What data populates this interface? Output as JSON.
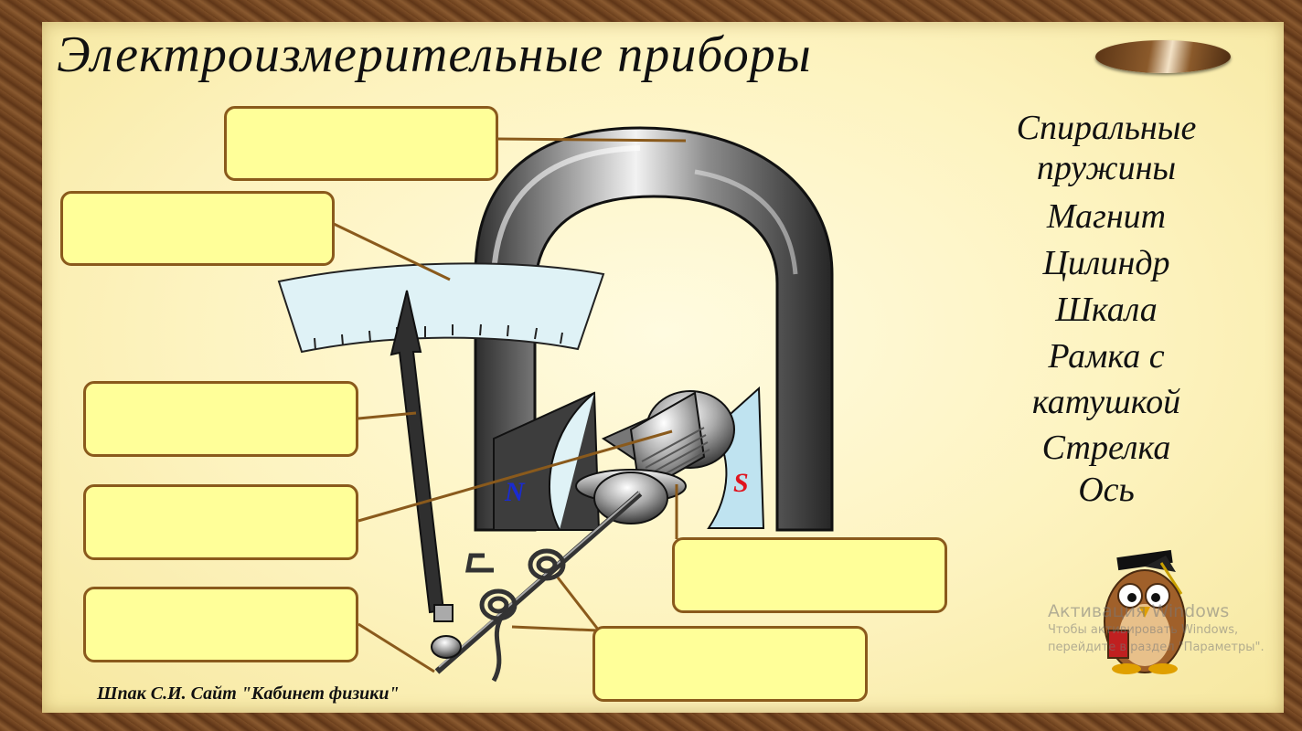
{
  "title": "Электроизмерительные приборы",
  "terms": [
    "Спиральные пружины",
    "Магнит",
    "Цилиндр",
    "Шкала",
    "Рамка с катушкой",
    "Стрелка",
    "Ось"
  ],
  "pole_north": "N",
  "pole_south": "S",
  "credit": "Шпак С.И. Сайт \"Кабинет физики\"",
  "watermark": {
    "title": "Активация Windows",
    "text": "Чтобы активировать Windows, перейдите в раздел \"Параметры\"."
  },
  "colors": {
    "answer_box": "#ffff99",
    "box_border": "#8a5a1c",
    "leader_line": "#8a5a1c",
    "scale": "#dff2f6",
    "north": "#1a2bd0",
    "south": "#e0141e"
  }
}
